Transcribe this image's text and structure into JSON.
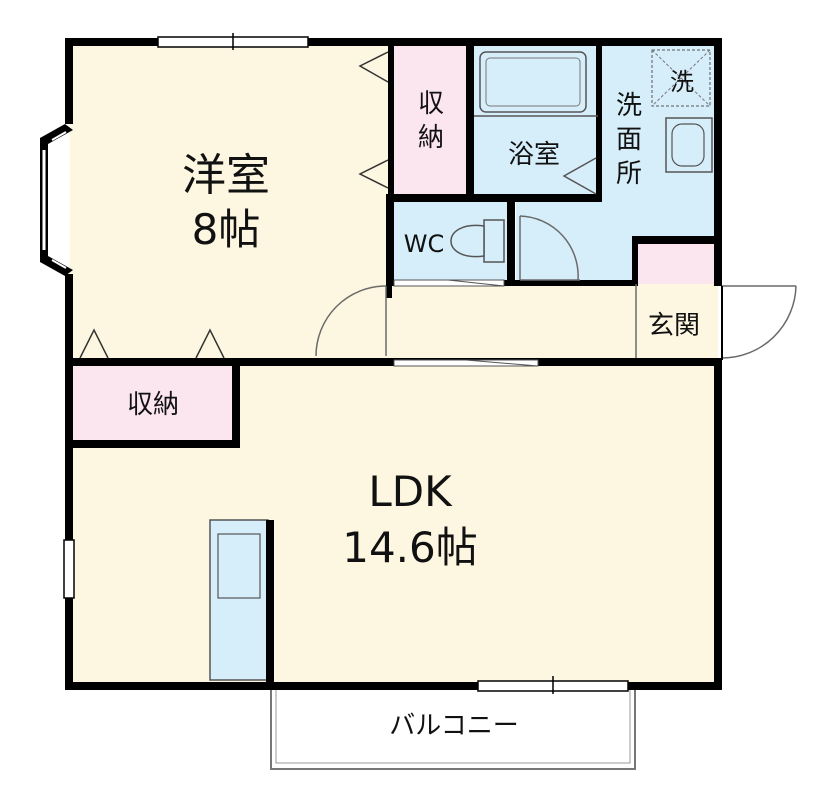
{
  "rooms": {
    "western_name": "洋室",
    "western_size": "8帖",
    "ldk_name": "LDK",
    "ldk_size": "14.6帖",
    "storage_upper_1": "収",
    "storage_upper_2": "納",
    "storage_lower": "収納",
    "bath": "浴室",
    "washroom_1": "洗",
    "washroom_2": "面",
    "washroom_3": "所",
    "washer": "洗",
    "toilet": "WC",
    "entrance": "玄関",
    "balcony": "バルコニー"
  },
  "colors": {
    "wall": "#000000",
    "room": "#fdf7e1",
    "storage": "#fbe5ee",
    "wet_area": "#d6eefa",
    "window": "#ffffff",
    "door_line": "#6a6a6a"
  }
}
